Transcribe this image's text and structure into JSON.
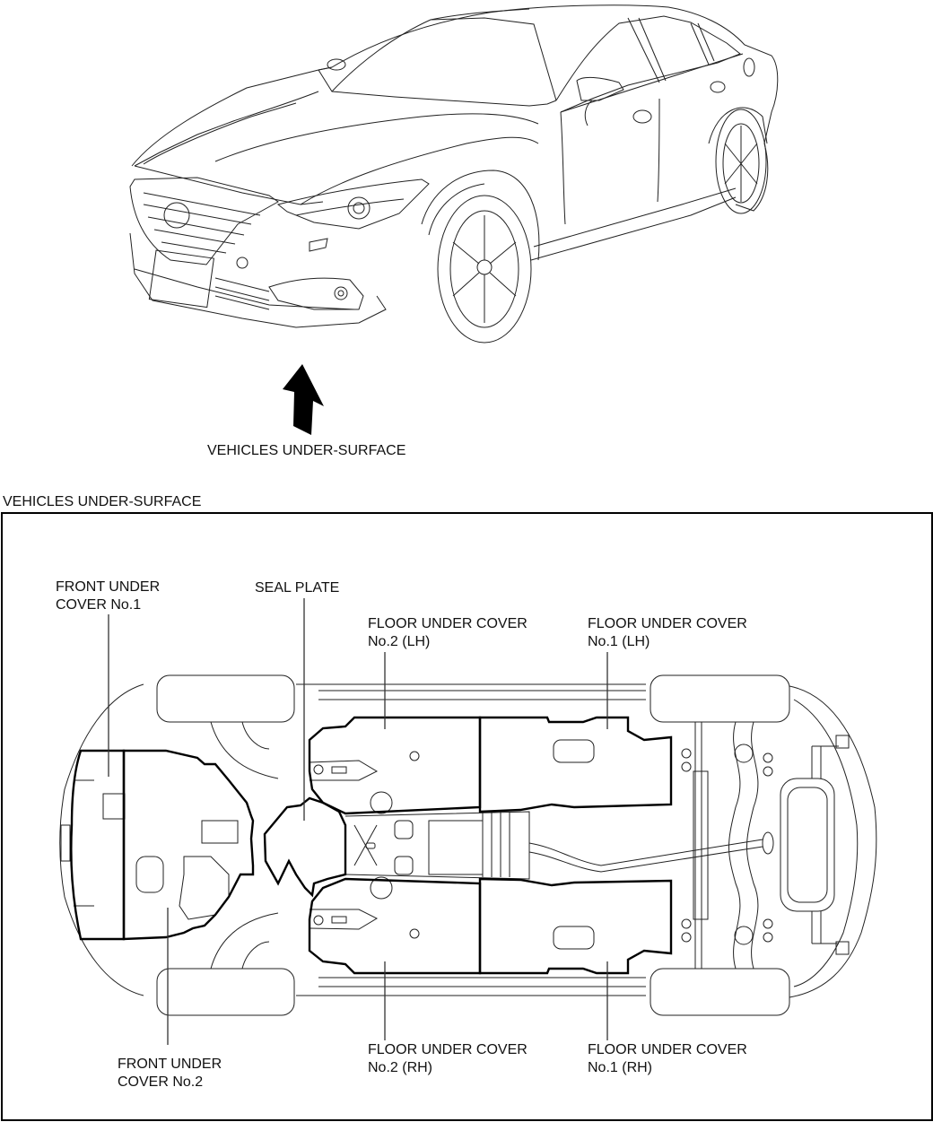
{
  "top_illustration": {
    "subject": "Front three-quarter view of sedan",
    "arrow_icon": "up-arrow-icon",
    "arrow_label": "VEHICLES UNDER-SURFACE"
  },
  "underbody_view": {
    "title": "VEHICLES UNDER-SURFACE",
    "callouts": [
      {
        "id": "front-under-cover-no1",
        "lines": [
          "FRONT UNDER",
          "COVER No.1"
        ]
      },
      {
        "id": "seal-plate",
        "lines": [
          "SEAL PLATE"
        ]
      },
      {
        "id": "floor-under-cover-no2-lh",
        "lines": [
          "FLOOR UNDER COVER",
          "No.2 (LH)"
        ]
      },
      {
        "id": "floor-under-cover-no1-lh",
        "lines": [
          "FLOOR UNDER COVER",
          "No.1 (LH)"
        ]
      },
      {
        "id": "front-under-cover-no2",
        "lines": [
          "FRONT UNDER",
          "COVER No.2"
        ]
      },
      {
        "id": "floor-under-cover-no2-rh",
        "lines": [
          "FLOOR UNDER COVER",
          "No.2 (RH)"
        ]
      },
      {
        "id": "floor-under-cover-no1-rh",
        "lines": [
          "FLOOR UNDER COVER",
          "No.1 (RH)"
        ]
      }
    ]
  }
}
